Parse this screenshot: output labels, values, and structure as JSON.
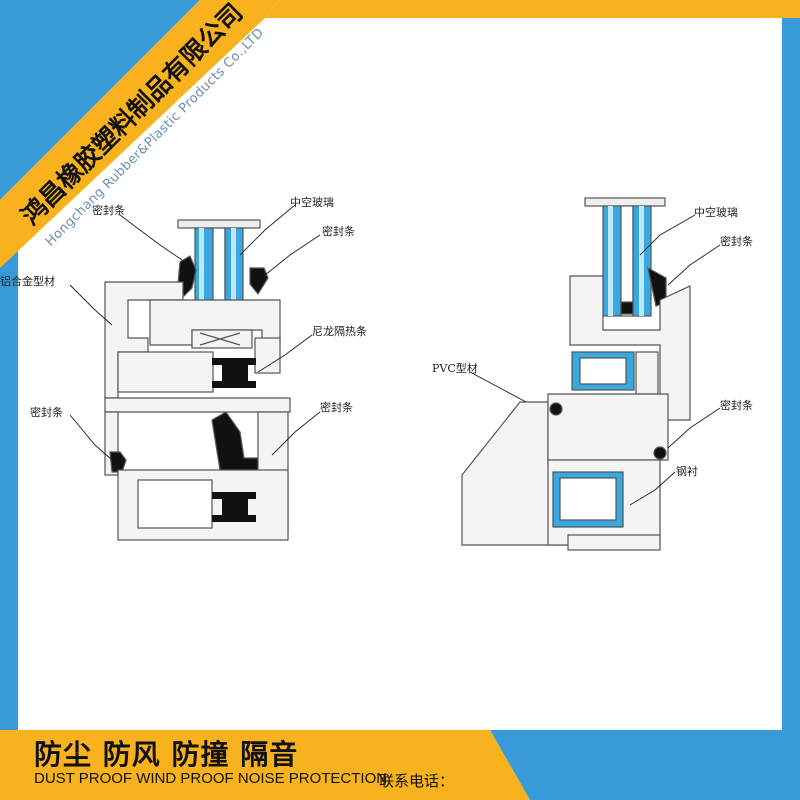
{
  "company": {
    "name_cn": "鸿昌橡胶塑料制品有限公司",
    "name_en": "Hongchang Rubber&Plastic Products Co.,LTD"
  },
  "colors": {
    "frame_orange": "#f7b21e",
    "frame_blue": "#3a9ad9",
    "glass_blue": "#3aa8e0",
    "gasket_black": "#111111",
    "profile_fill": "#f4f4f4"
  },
  "diagram": {
    "left_labels": {
      "seal_top": "密封条",
      "hollow_glass": "中空玻璃",
      "seal_right": "密封条",
      "alu_profile": "铝合金型材",
      "nylon_strip": "尼龙隔热条",
      "seal_left": "密封条",
      "seal_bottom": "密封条"
    },
    "right_labels": {
      "hollow_glass": "中空玻璃",
      "seal_top": "密封条",
      "pvc_profile": "PVC型材",
      "seal_mid": "密封条",
      "steel_liner": "钢衬"
    }
  },
  "footer": {
    "slogan_cn": "防尘 防风 防撞 隔音",
    "slogan_en": "DUST PROOF WIND PROOF NOISE PROTECTION",
    "contact_label": "联系电话："
  }
}
